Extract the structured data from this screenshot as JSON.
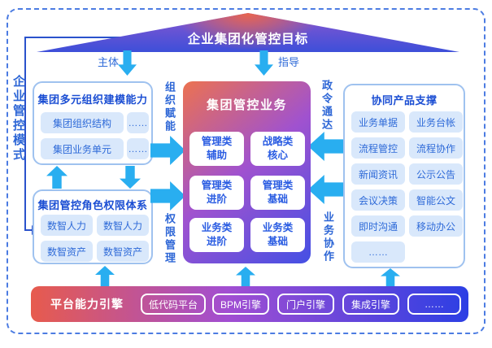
{
  "roof": {
    "title": "企业集团化管控目标",
    "subject_label": "主体",
    "guidance_label": "指导"
  },
  "mode_label": "企业管控模式",
  "org_box": {
    "title": "集团多元组织建模能力",
    "rows": [
      {
        "main": "集团组织结构",
        "more": "……"
      },
      {
        "main": "集团业务单元",
        "more": "……"
      }
    ]
  },
  "role_box": {
    "title": "集团管控角色权限体系",
    "pills": [
      "数智人力",
      "数智人力",
      "数智资产",
      "数智资产"
    ]
  },
  "center_box": {
    "title": "集团管控业务",
    "cards": [
      {
        "line1": "管理类",
        "line2": "辅助"
      },
      {
        "line1": "战略类",
        "line2": "核心"
      },
      {
        "line1": "管理类",
        "line2": "进阶"
      },
      {
        "line1": "管理类",
        "line2": "基础"
      },
      {
        "line1": "业务类",
        "line2": "进阶"
      },
      {
        "line1": "业务类",
        "line2": "基础"
      }
    ]
  },
  "flow_labels": {
    "org_enable": "组织赋能",
    "perm_manage": "权限管理",
    "policy_reach": "政令通达",
    "biz_collab": "业务协作"
  },
  "support_box": {
    "title": "协同产品支撑",
    "pills": [
      "业务单据",
      "业务台帐",
      "流程管控",
      "流程协作",
      "新闻资讯",
      "公示公告",
      "会议决策",
      "智能公文",
      "即时沟通",
      "移动办公",
      "……"
    ]
  },
  "platform_bar": {
    "title": "平台能力引擎",
    "pills": [
      "低代码平台",
      "BPM引擎",
      "门户引擎",
      "集成引擎",
      "……"
    ]
  },
  "colors": {
    "arrow_cyan": "#29AEF0",
    "text_blue": "#2E6AD8",
    "title_blue": "#1B4ED3",
    "pill_bg": "#D9E8FB",
    "box_border": "#9FC2EF",
    "dashed_border": "#4C7CE2",
    "bracket_line": "#2A52CC",
    "roof_apex_orange": "#E9654C",
    "roof_blue": "#3D4FD9",
    "center_gradient": [
      "#EC7250",
      "#A052CF",
      "#4450E4"
    ],
    "bar_gradient": [
      "#E75B4D",
      "#A14ED2",
      "#2C3FE4"
    ]
  }
}
